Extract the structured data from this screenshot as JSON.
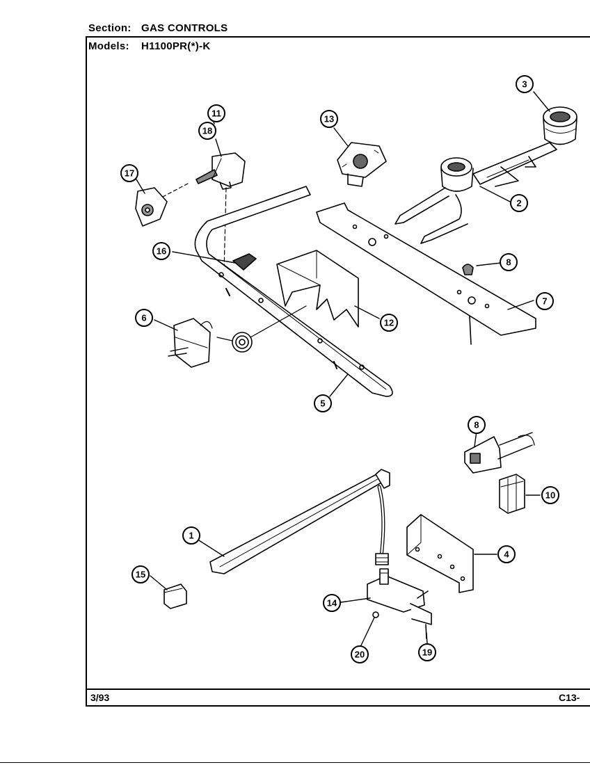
{
  "header": {
    "section_label": "Section:",
    "section_value": "GAS CONTROLS",
    "models_label": "Models:",
    "models_value": "H1100PR(*)-K"
  },
  "footer": {
    "date": "3/93",
    "page_code": "C13-"
  },
  "callouts": [
    {
      "id": "part-1",
      "label": "1"
    },
    {
      "id": "part-2",
      "label": "2"
    },
    {
      "id": "part-3",
      "label": "3"
    },
    {
      "id": "part-4",
      "label": "4"
    },
    {
      "id": "part-5",
      "label": "5"
    },
    {
      "id": "part-6",
      "label": "6"
    },
    {
      "id": "part-7",
      "label": "7"
    },
    {
      "id": "part-8a",
      "label": "8"
    },
    {
      "id": "part-8b",
      "label": "8"
    },
    {
      "id": "part-10",
      "label": "10"
    },
    {
      "id": "part-11",
      "label": "11"
    },
    {
      "id": "part-12",
      "label": "12"
    },
    {
      "id": "part-13",
      "label": "13"
    },
    {
      "id": "part-14",
      "label": "14"
    },
    {
      "id": "part-15",
      "label": "15"
    },
    {
      "id": "part-16",
      "label": "16"
    },
    {
      "id": "part-17",
      "label": "17"
    },
    {
      "id": "part-18",
      "label": "18"
    },
    {
      "id": "part-19",
      "label": "19"
    },
    {
      "id": "part-20",
      "label": "20"
    }
  ]
}
